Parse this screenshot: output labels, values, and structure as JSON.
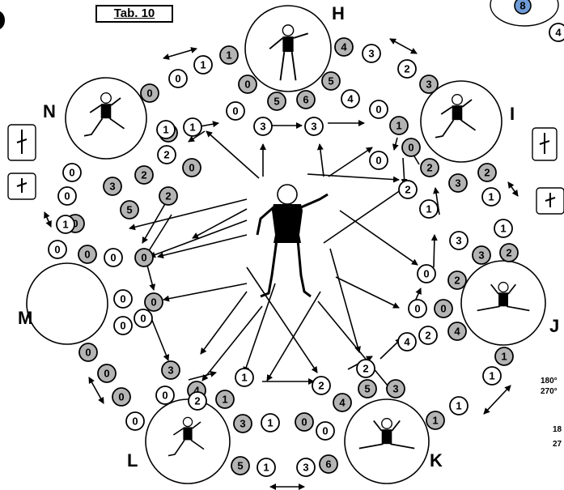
{
  "tab_label": "Tab. 10",
  "colors": {
    "shaded": "#b4b4b4",
    "white": "#ffffff",
    "ink": "#000000",
    "badge": "#6f9bd6"
  },
  "positions": [
    {
      "letter": "H"
    },
    {
      "letter": "I"
    },
    {
      "letter": "J"
    },
    {
      "letter": "K"
    },
    {
      "letter": "L"
    },
    {
      "letter": "M"
    },
    {
      "letter": "N"
    }
  ],
  "edge_texts": [
    "180°",
    "270°",
    "18",
    "27"
  ],
  "corner_badges": [
    "8",
    "4"
  ],
  "nodes": [
    {
      "v": "1",
      "s": true
    },
    {
      "v": "1",
      "s": false
    },
    {
      "v": "0",
      "s": false
    },
    {
      "v": "0",
      "s": true
    },
    {
      "v": "4",
      "s": true
    },
    {
      "v": "3",
      "s": false
    },
    {
      "v": "2",
      "s": false
    },
    {
      "v": "3",
      "s": true
    },
    {
      "v": "0",
      "s": true
    },
    {
      "v": "5",
      "s": true
    },
    {
      "v": "6",
      "s": true
    },
    {
      "v": "5",
      "s": true
    },
    {
      "v": "4",
      "s": false
    },
    {
      "v": "0",
      "s": false
    },
    {
      "v": "3",
      "s": false
    },
    {
      "v": "3",
      "s": false
    },
    {
      "v": "0",
      "s": false
    },
    {
      "v": "1",
      "s": true
    },
    {
      "v": "0",
      "s": true
    },
    {
      "v": "2",
      "s": true
    },
    {
      "v": "0",
      "s": false
    },
    {
      "v": "2",
      "s": false
    },
    {
      "v": "3",
      "s": true
    },
    {
      "v": "2",
      "s": true
    },
    {
      "v": "1",
      "s": false
    },
    {
      "v": "1",
      "s": false
    },
    {
      "v": "1",
      "s": false
    },
    {
      "v": "3",
      "s": false
    },
    {
      "v": "3",
      "s": true
    },
    {
      "v": "2",
      "s": true
    },
    {
      "v": "0",
      "s": false
    },
    {
      "v": "2",
      "s": true
    },
    {
      "v": "0",
      "s": false
    },
    {
      "v": "0",
      "s": true
    },
    {
      "v": "2",
      "s": false
    },
    {
      "v": "4",
      "s": true
    },
    {
      "v": "1",
      "s": true
    },
    {
      "v": "1",
      "s": false
    },
    {
      "v": "1",
      "s": false
    },
    {
      "v": "1",
      "s": true
    },
    {
      "v": "2",
      "s": false
    },
    {
      "v": "4",
      "s": false
    },
    {
      "v": "3",
      "s": true
    },
    {
      "v": "5",
      "s": true
    },
    {
      "v": "4",
      "s": true
    },
    {
      "v": "0",
      "s": true
    },
    {
      "v": "0",
      "s": false
    },
    {
      "v": "2",
      "s": false
    },
    {
      "v": "5",
      "s": true
    },
    {
      "v": "1",
      "s": false
    },
    {
      "v": "3",
      "s": false
    },
    {
      "v": "6",
      "s": true
    },
    {
      "v": "1",
      "s": false
    },
    {
      "v": "3",
      "s": true
    },
    {
      "v": "1",
      "s": false
    },
    {
      "v": "1",
      "s": true
    },
    {
      "v": "4",
      "s": true
    },
    {
      "v": "2",
      "s": true
    },
    {
      "v": "2",
      "s": true
    },
    {
      "v": "1",
      "s": false
    },
    {
      "v": "0",
      "s": true
    },
    {
      "v": "0",
      "s": false
    },
    {
      "v": "0",
      "s": false
    },
    {
      "v": "0",
      "s": true
    },
    {
      "v": "0",
      "s": false
    },
    {
      "v": "0",
      "s": true
    },
    {
      "v": "0",
      "s": false
    },
    {
      "v": "0",
      "s": true
    },
    {
      "v": "0",
      "s": false
    },
    {
      "v": "0",
      "s": true
    },
    {
      "v": "0",
      "s": false
    },
    {
      "v": "0",
      "s": false
    },
    {
      "v": "0",
      "s": true
    },
    {
      "v": "0",
      "s": true
    },
    {
      "v": "0",
      "s": true
    },
    {
      "v": "0",
      "s": false
    },
    {
      "v": "0",
      "s": false
    },
    {
      "v": "3",
      "s": true
    },
    {
      "v": "2",
      "s": false
    },
    {
      "v": "3",
      "s": true
    },
    {
      "v": "5",
      "s": true
    },
    {
      "v": "2",
      "s": false
    },
    {
      "v": "2",
      "s": true
    },
    {
      "v": "1",
      "s": false
    },
    {
      "v": "1",
      "s": false
    }
  ]
}
